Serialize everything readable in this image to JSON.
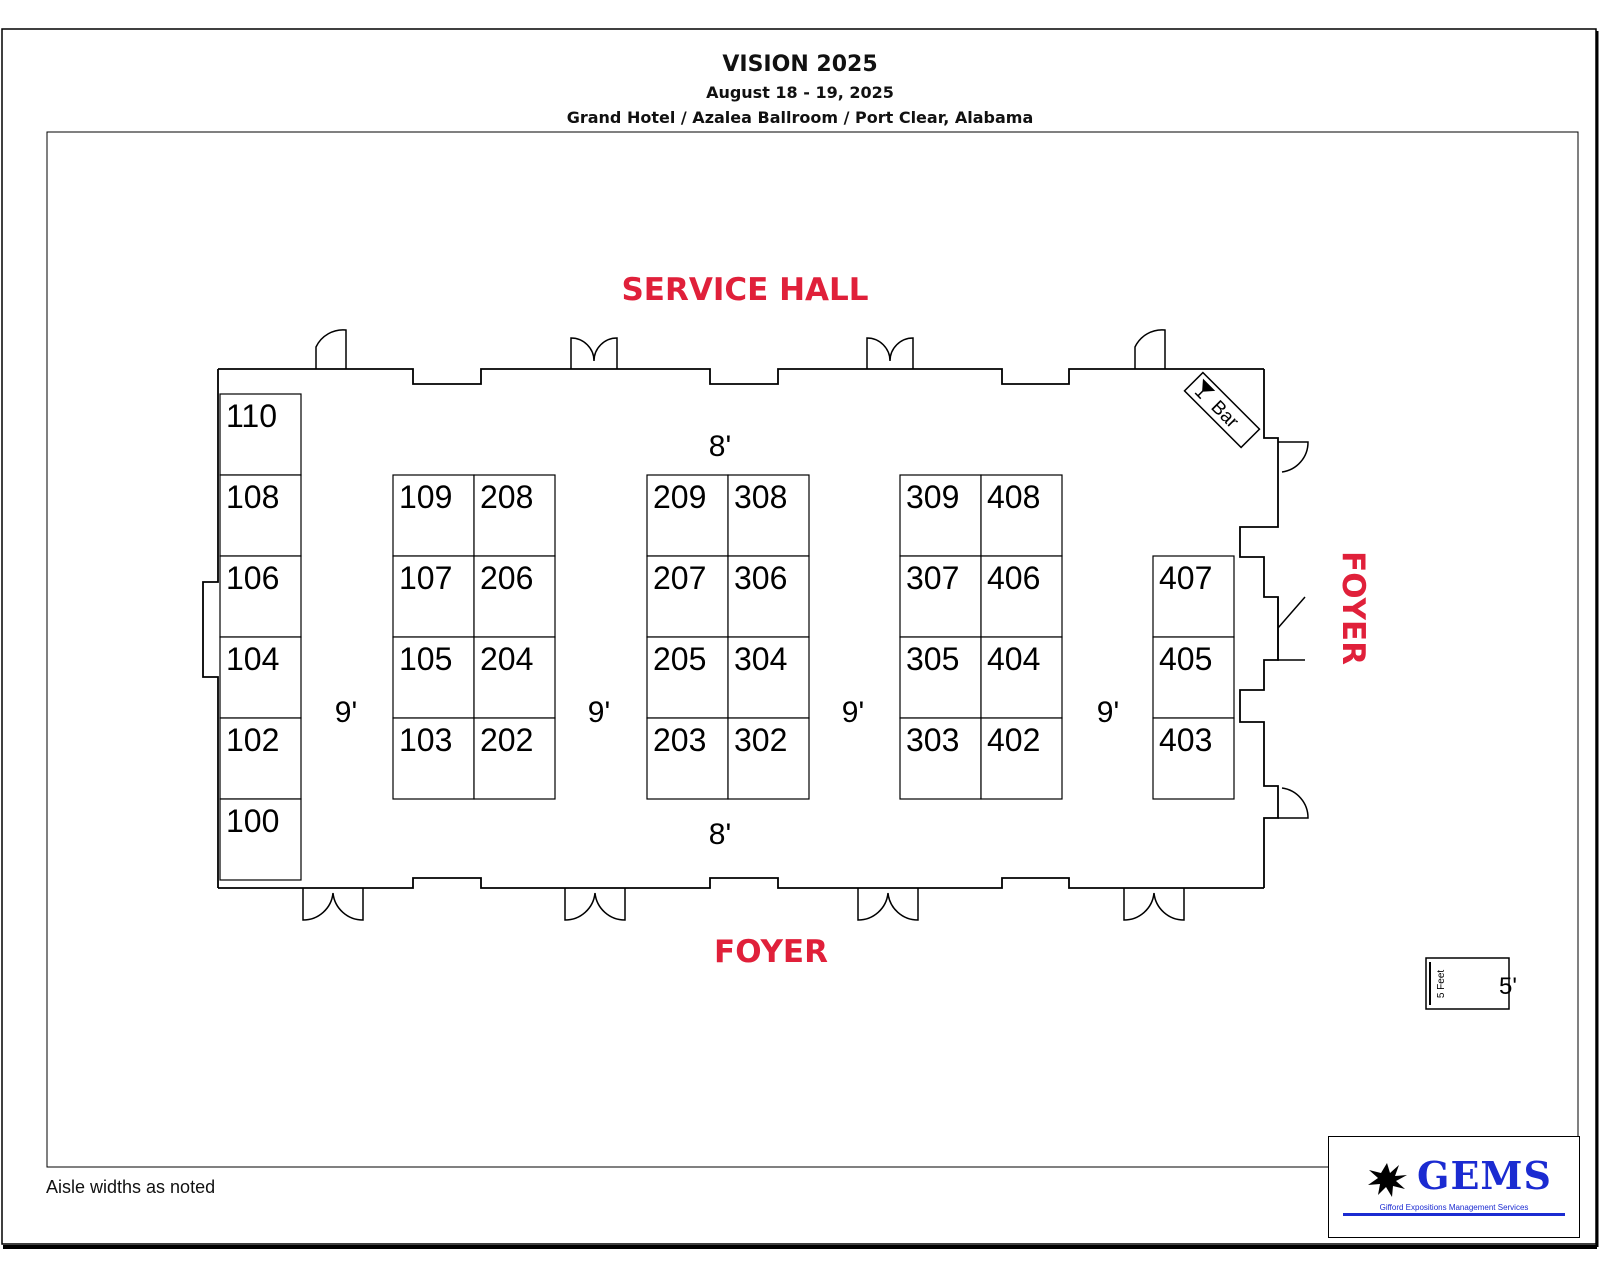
{
  "header": {
    "title": "VISION 2025",
    "dates": "August 18 - 19, 2025",
    "venue": "Grand Hotel / Azalea Ballroom / Port Clear, Alabama"
  },
  "labels": {
    "service_hall": "SERVICE HALL",
    "foyer_bottom": "FOYER",
    "foyer_right": "FOYER",
    "bar": "Bar"
  },
  "aisles": {
    "top": "8'",
    "bottom": "8'",
    "gaps": [
      "9'",
      "9'",
      "9'",
      "9'"
    ]
  },
  "booths": {
    "left_wall": [
      "110",
      "108",
      "106",
      "104",
      "102",
      "100"
    ],
    "island_1": [
      [
        "109",
        "208"
      ],
      [
        "107",
        "206"
      ],
      [
        "105",
        "204"
      ],
      [
        "103",
        "202"
      ]
    ],
    "island_2": [
      [
        "209",
        "308"
      ],
      [
        "207",
        "306"
      ],
      [
        "205",
        "304"
      ],
      [
        "203",
        "302"
      ]
    ],
    "island_3": [
      [
        "309",
        "408"
      ],
      [
        "307",
        "406"
      ],
      [
        "305",
        "404"
      ],
      [
        "303",
        "402"
      ]
    ],
    "right_row": [
      "407",
      "405",
      "403"
    ]
  },
  "scale": {
    "box_text": "5 Feet",
    "label": "5'"
  },
  "footnote": "Aisle widths as noted",
  "logo": {
    "word": "GEMS",
    "tagline": "Gifford Expositions Management Services"
  },
  "colors": {
    "label_red": "#e0203a",
    "logo_blue": "#1b2bd1"
  }
}
